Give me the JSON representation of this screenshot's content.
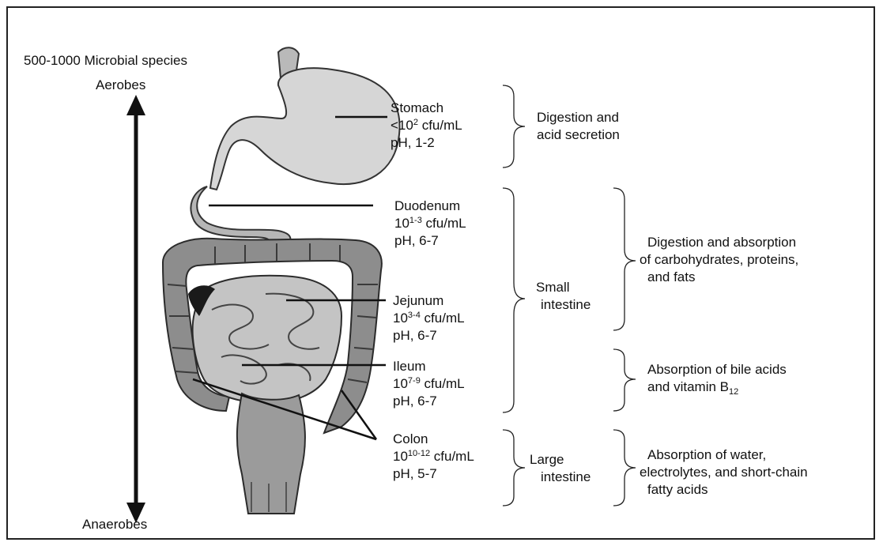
{
  "header": {
    "species_note": "500-1000 Microbial species"
  },
  "oxygen_axis": {
    "top_label": "Aerobes",
    "bottom_label": "Anaerobes"
  },
  "regions": [
    {
      "name": "Stomach",
      "count_prefix": "<10",
      "count_exp": "2",
      "count_unit": " cfu/mL",
      "ph": "pH, 1-2"
    },
    {
      "name": "Duodenum",
      "count_prefix": "10",
      "count_exp": "1-3",
      "count_unit": " cfu/mL",
      "ph": "pH, 6-7"
    },
    {
      "name": "Jejunum",
      "count_prefix": "10",
      "count_exp": "3-4",
      "count_unit": " cfu/mL",
      "ph": "pH, 6-7"
    },
    {
      "name": "Ileum",
      "count_prefix": "10",
      "count_exp": "7-9",
      "count_unit": " cfu/mL",
      "ph": "pH, 6-7"
    },
    {
      "name": "Colon",
      "count_prefix": "10",
      "count_exp": "10-12",
      "count_unit": " cfu/mL",
      "ph": "pH, 5-7"
    }
  ],
  "groups": {
    "small": {
      "line1": "Small",
      "line2": "intestine"
    },
    "large": {
      "line1": "Large",
      "line2": "intestine"
    }
  },
  "functions": {
    "stomach": {
      "line1": "Digestion and",
      "line2": "acid secretion"
    },
    "digestion": {
      "line1": "Digestion and absorption",
      "line2": "of carbohydrates, proteins,",
      "line3": "and fats"
    },
    "bile": {
      "line1": "Absorption of bile acids",
      "line2_prefix": "and vitamin B",
      "line2_sub": "12"
    },
    "water": {
      "line1": "Absorption of water,",
      "line2": "electrolytes, and short-chain",
      "line3": "fatty acids"
    }
  },
  "colors": {
    "ink": "#111111",
    "organ_light": "#cfcfcf",
    "organ_mid": "#9a9a9a",
    "organ_dark": "#5a5a5a"
  }
}
